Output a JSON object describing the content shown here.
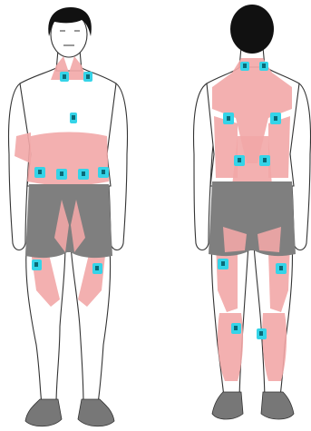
{
  "figure": {
    "views": [
      "front",
      "back"
    ],
    "colors": {
      "muscle": "#f2a7a7",
      "shorts": "#7f7f7f",
      "shoe": "#777777",
      "electrode": "#35d4e8"
    },
    "electrodes": {
      "front": [
        "neck-left",
        "neck-right",
        "sternum",
        "abdomen-1",
        "abdomen-2",
        "abdomen-3",
        "abdomen-4",
        "thigh-left",
        "thigh-right"
      ],
      "back": [
        "neck-left",
        "neck-right",
        "scapula-left",
        "scapula-right",
        "lumbar-left",
        "lumbar-right",
        "hamstring-left",
        "hamstring-right",
        "calf-left",
        "calf-right"
      ]
    }
  }
}
